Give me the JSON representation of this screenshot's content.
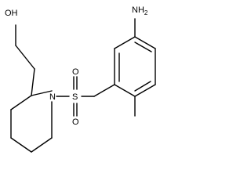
{
  "molecule": {
    "atoms": {
      "hydroxyl": "OH",
      "amino": "NH2",
      "amino_main": "NH",
      "amino_subscript": "2",
      "sulfur": "S",
      "sulfonyl_oxygen_upper": "O",
      "sulfonyl_oxygen_lower": "O",
      "ring_nitrogen": "N"
    }
  }
}
